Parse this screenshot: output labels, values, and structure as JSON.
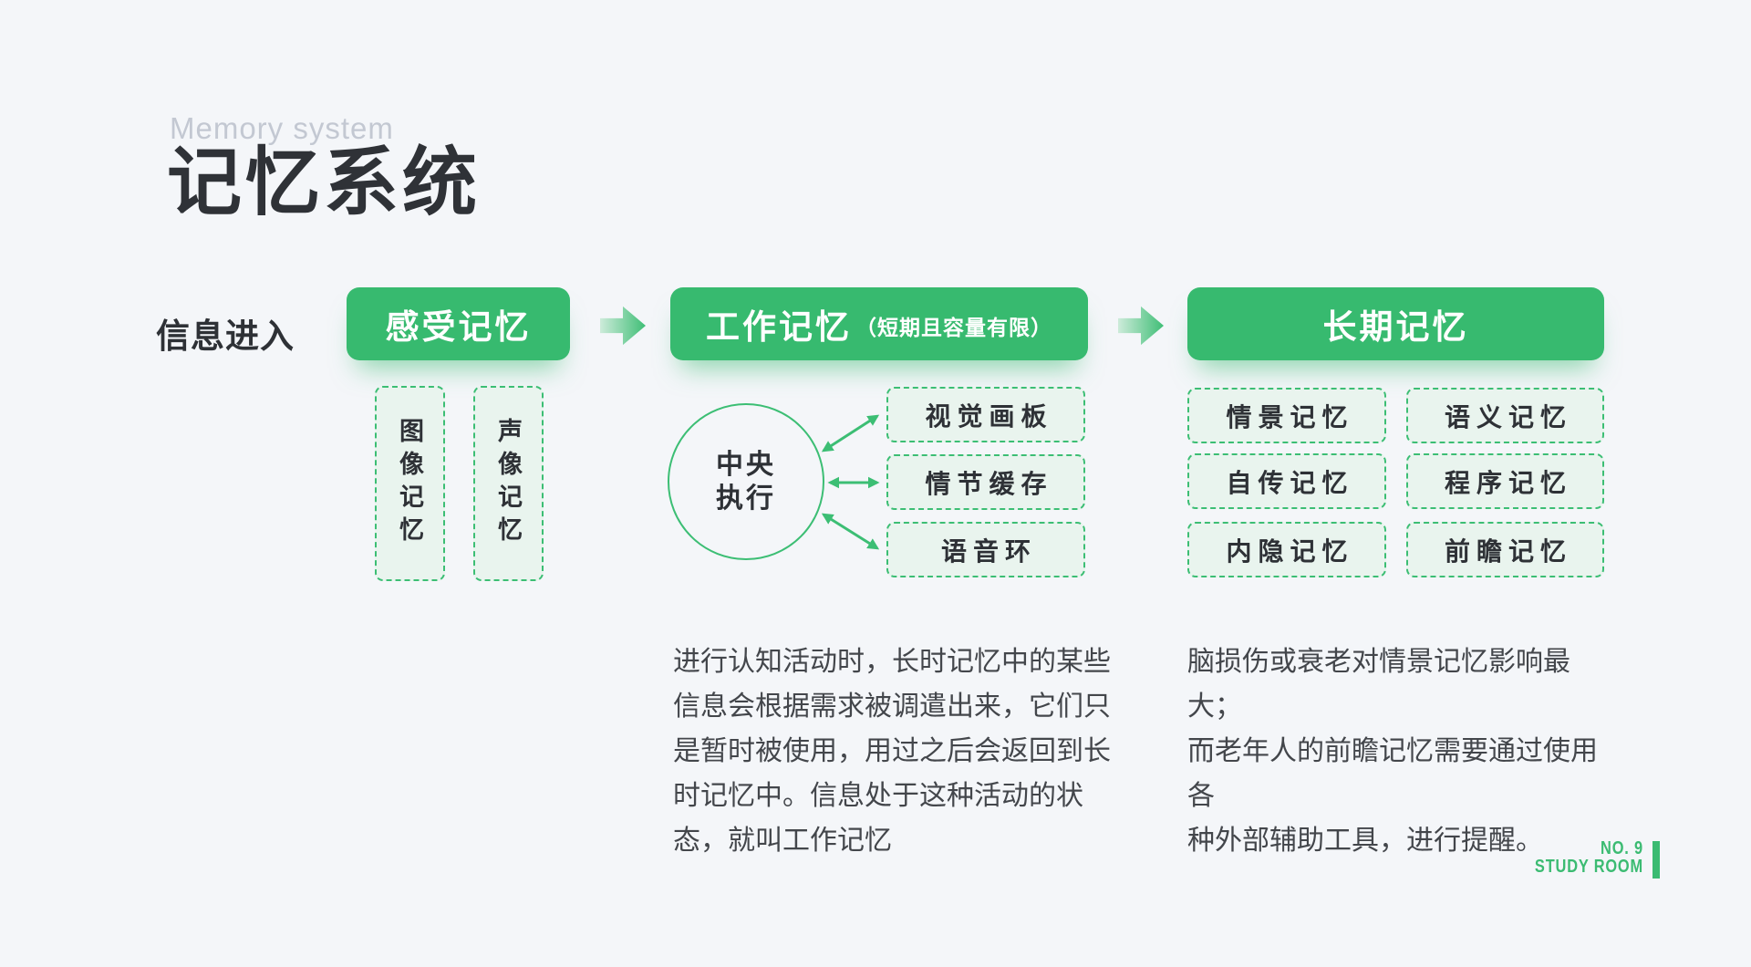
{
  "colors": {
    "background": "#F4F6F9",
    "green": "#37BA6F",
    "green_border": "#3CBE74",
    "green_fill_light": "#E9F4EE",
    "text_dark": "#2E3136",
    "text_body": "#43464B",
    "subtitle_gray": "#C3C8D2"
  },
  "header": {
    "subtitle": "Memory system",
    "title": "记忆系统"
  },
  "flow": {
    "entry_label": "信息进入",
    "stages": [
      {
        "label": "感受记忆",
        "note": ""
      },
      {
        "label": "工作记忆",
        "note": "（短期且容量有限）"
      },
      {
        "label": "长期记忆",
        "note": ""
      }
    ]
  },
  "sensory_items": [
    "图像记忆",
    "声像记忆"
  ],
  "working_memory": {
    "hub": "中央\n执行",
    "components": [
      "视觉画板",
      "情节缓存",
      "语音环"
    ]
  },
  "long_term_items": [
    "情景记忆",
    "语义记忆",
    "自传记忆",
    "程序记忆",
    "内隐记忆",
    "前瞻记忆"
  ],
  "working_note": [
    "进行认知活动时，长时记忆中的某些",
    "信息会根据需求被调遣出来，它们只",
    "是暂时被使用，用过之后会返回到长",
    "时记忆中。信息处于这种活动的状",
    "态，就叫工作记忆"
  ],
  "long_term_note": [
    "脑损伤或衰老对情景记忆影响最大；",
    "而老年人的前瞻记忆需要通过使用各",
    "种外部辅助工具，进行提醒。"
  ],
  "footer": {
    "number": "NO. 9",
    "brand": "STUDY ROOM"
  }
}
